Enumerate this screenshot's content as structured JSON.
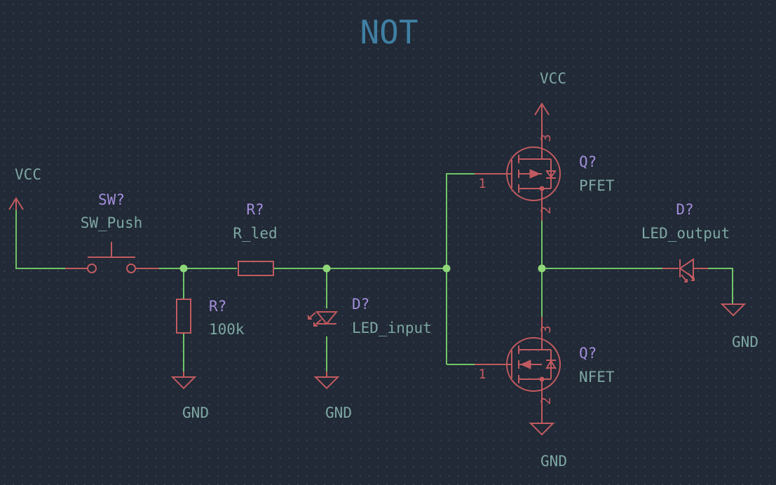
{
  "title": "NOT",
  "power": {
    "vcc_left": "VCC",
    "vcc_top": "VCC",
    "gnd_r100k": "GND",
    "gnd_led_input": "GND",
    "gnd_nfet": "GND",
    "gnd_led_output": "GND"
  },
  "components": {
    "switch": {
      "ref": "SW?",
      "value": "SW_Push"
    },
    "r_led": {
      "ref": "R?",
      "value": "R_led"
    },
    "r_pulldown": {
      "ref": "R?",
      "value": "100k"
    },
    "led_input": {
      "ref": "D?",
      "value": "LED_input"
    },
    "pfet": {
      "ref": "Q?",
      "value": "PFET",
      "pins": [
        "1",
        "3",
        "2"
      ]
    },
    "nfet": {
      "ref": "Q?",
      "value": "NFET",
      "pins": [
        "1",
        "3",
        "2"
      ]
    },
    "led_output": {
      "ref": "D?",
      "value": "LED_output"
    }
  },
  "colors": {
    "background": "#212a36",
    "wire": "#72c468",
    "symbol": "#c15a60",
    "reference": "#a38ddb",
    "value": "#7ea7a3",
    "title": "#3f7fa3"
  }
}
